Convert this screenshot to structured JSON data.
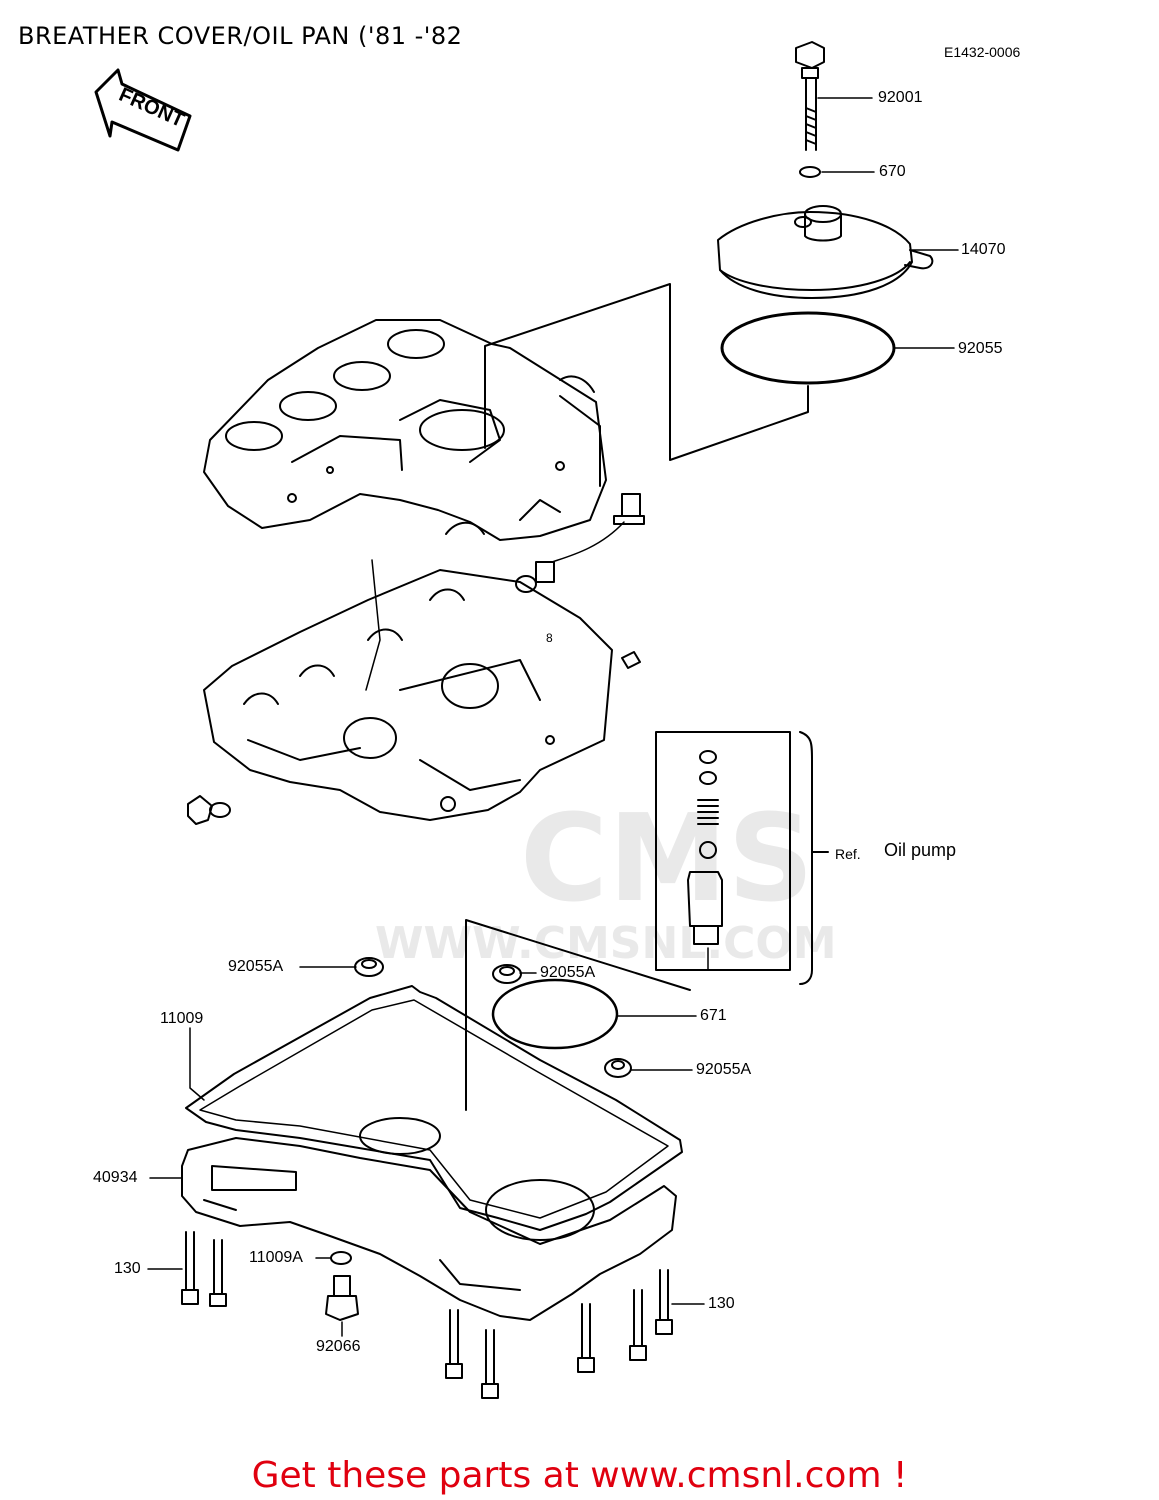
{
  "title": "BREATHER COVER/OIL PAN ('81 -'82",
  "diagram_code": "E1432-0006",
  "front_label": "FRONT",
  "watermark": {
    "brand": "CMS",
    "url": "WWW.CMSNL.COM"
  },
  "parts": {
    "p92001": "92001",
    "p670": "670",
    "p14070": "14070",
    "p92055": "92055",
    "ref": "Ref.",
    "oil_pump": "Oil pump",
    "p92055A_left": "92055A",
    "p92055A_mid": "92055A",
    "p671": "671",
    "p11009": "11009",
    "p92055A_right": "92055A",
    "p40934": "40934",
    "p130_left": "130",
    "p11009A": "11009A",
    "p130_right": "130",
    "p92066": "92066"
  },
  "footer": "Get these parts at www.cmsnl.com !",
  "colors": {
    "footer": "#e0000f",
    "lines": "#000000",
    "watermark": "#e9e9e9"
  }
}
